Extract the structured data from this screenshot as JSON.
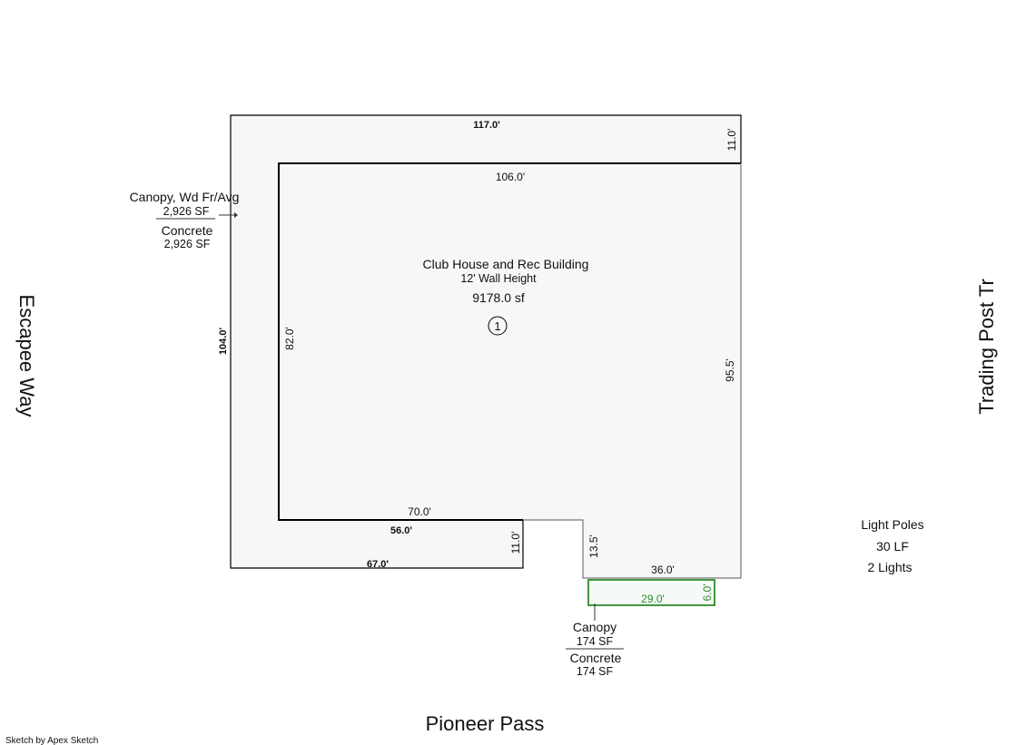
{
  "streets": {
    "west": "Escapee Way",
    "east": "Trading Post Tr",
    "south": "Pioneer Pass"
  },
  "building": {
    "title": "Club House and Rec Building",
    "wall_height": "12' Wall Height",
    "area": "9178.0 sf",
    "number": "1"
  },
  "dimensions": {
    "outer_top": "117.0'",
    "outer_right_top": "11.0'",
    "inner_top": "106.0'",
    "outer_left": "104.0'",
    "inner_left": "82.0'",
    "right": "95.5'",
    "inner_bottom": "70.0'",
    "inner_bottom_b": "56.0'",
    "lower_step": "11.0'",
    "outer_bottom": "67.0'",
    "notch": "13.5'",
    "bottom_right": "36.0'",
    "canopy_len": "29.0'",
    "canopy_depth": "6.0'"
  },
  "canopy_main": {
    "line1": "Canopy, Wd Fr/Avg",
    "line2": "2,926 SF",
    "line3": "Concrete",
    "line4": "2,926 SF"
  },
  "canopy_small": {
    "line1": "Canopy",
    "line2": "174 SF",
    "line3": "Concrete",
    "line4": "174 SF"
  },
  "light_poles": {
    "line1": "Light Poles",
    "line2": "30 LF",
    "line3": "2 Lights"
  },
  "credit": "Sketch by Apex Sketch",
  "colors": {
    "fill": "#f7f7f7",
    "outline": "#000000",
    "canopy_outline": "#2e8b2e",
    "canopy_fill": "#f6faf6"
  }
}
